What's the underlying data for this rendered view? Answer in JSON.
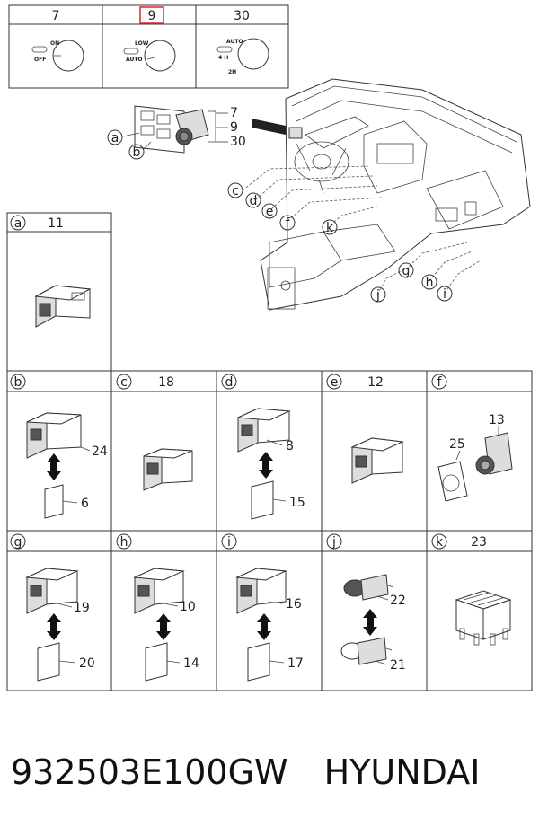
{
  "top_table": {
    "headers": [
      "7",
      "9",
      "30"
    ],
    "highlighted_index": 1,
    "switch_labels": [
      [
        "ON",
        "OFF"
      ],
      [
        "LOW",
        "AUTO"
      ],
      [
        "AUTO",
        "4 H",
        "2H"
      ]
    ]
  },
  "assembly": {
    "refs": [
      "7",
      "9",
      "30"
    ],
    "callouts_left": [
      "a",
      "b"
    ],
    "callouts_dash": [
      "c",
      "d",
      "e",
      "f",
      "k",
      "g",
      "h",
      "i",
      "j"
    ]
  },
  "panels": [
    {
      "letter": "a",
      "number": "11",
      "parts": []
    },
    {
      "letter": "b",
      "number": "",
      "parts": [
        "24",
        "6"
      ]
    },
    {
      "letter": "c",
      "number": "18",
      "parts": []
    },
    {
      "letter": "d",
      "number": "",
      "parts": [
        "8",
        "15"
      ]
    },
    {
      "letter": "e",
      "number": "12",
      "parts": []
    },
    {
      "letter": "f",
      "number": "",
      "parts": [
        "13",
        "25"
      ]
    },
    {
      "letter": "g",
      "number": "",
      "parts": [
        "19",
        "20"
      ]
    },
    {
      "letter": "h",
      "number": "",
      "parts": [
        "10",
        "14"
      ]
    },
    {
      "letter": "i",
      "number": "",
      "parts": [
        "16",
        "17"
      ]
    },
    {
      "letter": "j",
      "number": "",
      "parts": [
        "22",
        "21"
      ]
    },
    {
      "letter": "k",
      "number": "23",
      "parts": []
    }
  ],
  "footer": {
    "part_number": "932503E100GW",
    "brand": "HYUNDAI"
  },
  "colors": {
    "highlight": "#d9262c",
    "line": "#333333"
  }
}
